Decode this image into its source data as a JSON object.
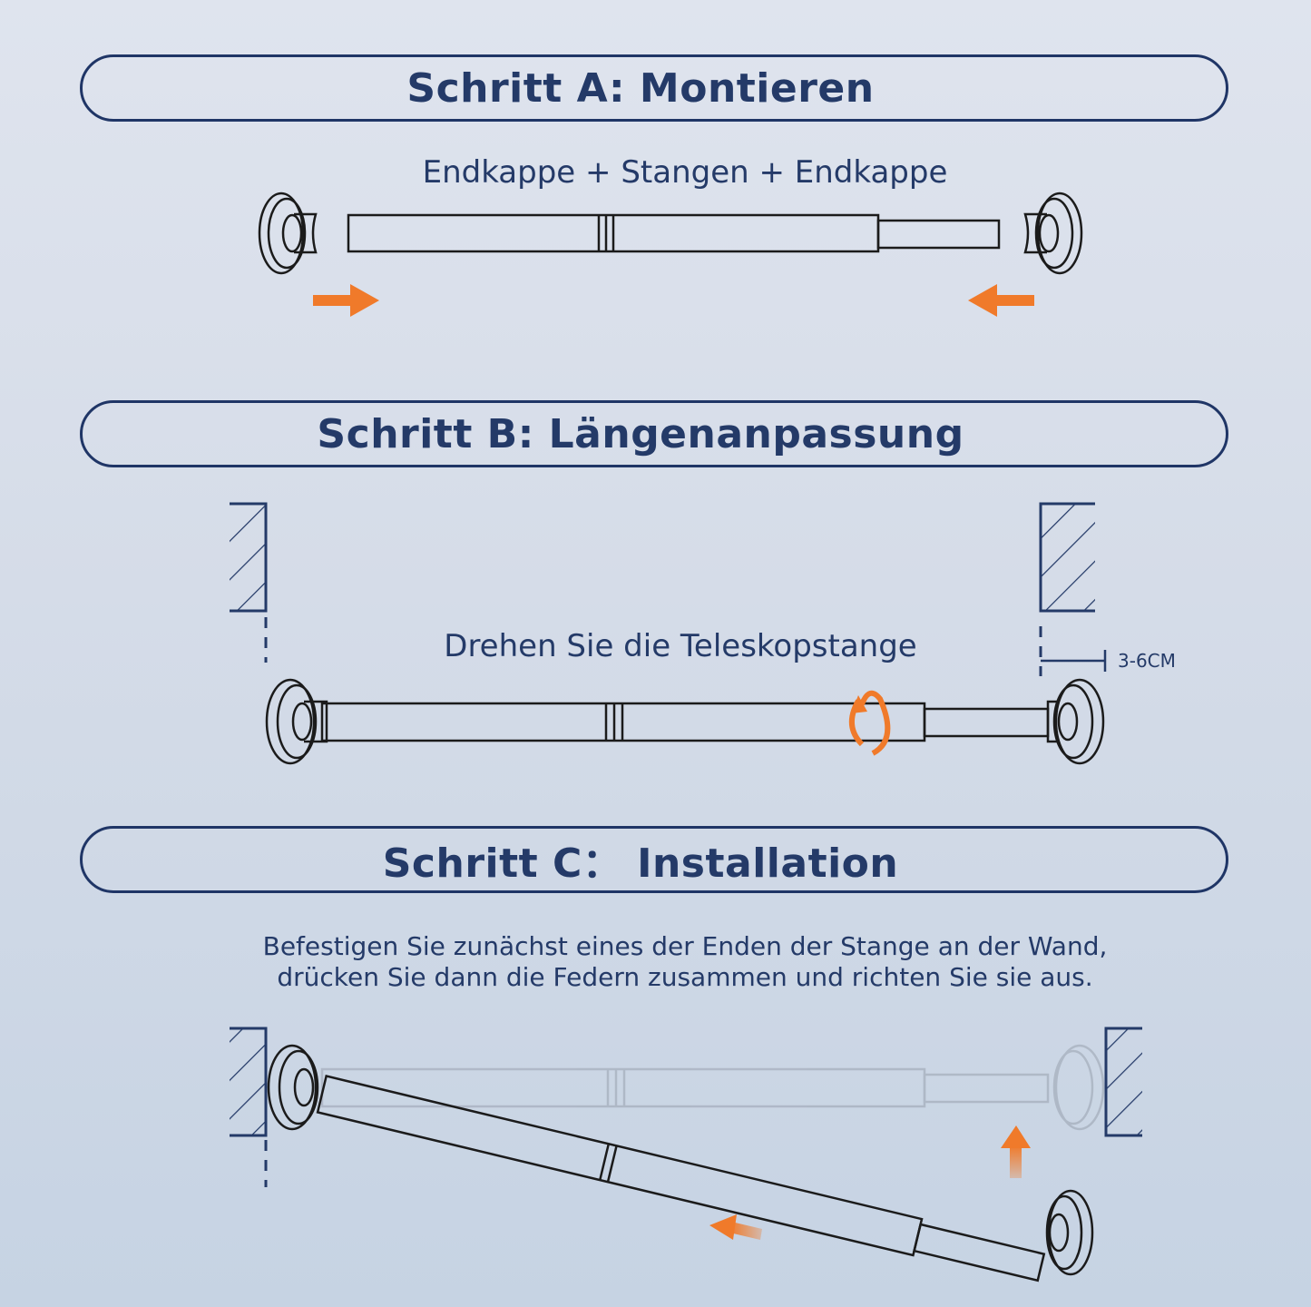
{
  "step_a": {
    "title": "Schritt A: Montieren",
    "caption": "Endkappe + Stangen + Endkappe"
  },
  "step_b": {
    "title": "Schritt B: Längenanpassung",
    "caption": "Drehen Sie die Teleskopstange",
    "dimension_label": "3-6CM"
  },
  "step_c": {
    "title": "Schritt C： Installation",
    "caption_line_1": "Befestigen Sie zunächst eines der Enden der Stange an der Wand,",
    "caption_line_2": "drücken Sie dann die Federn zusammen und richten Sie sie aus."
  },
  "colors": {
    "navy": "#1f3566",
    "text": "#243a68",
    "arrow_orange": "#f07a2a",
    "line": "#1b1b1b"
  }
}
